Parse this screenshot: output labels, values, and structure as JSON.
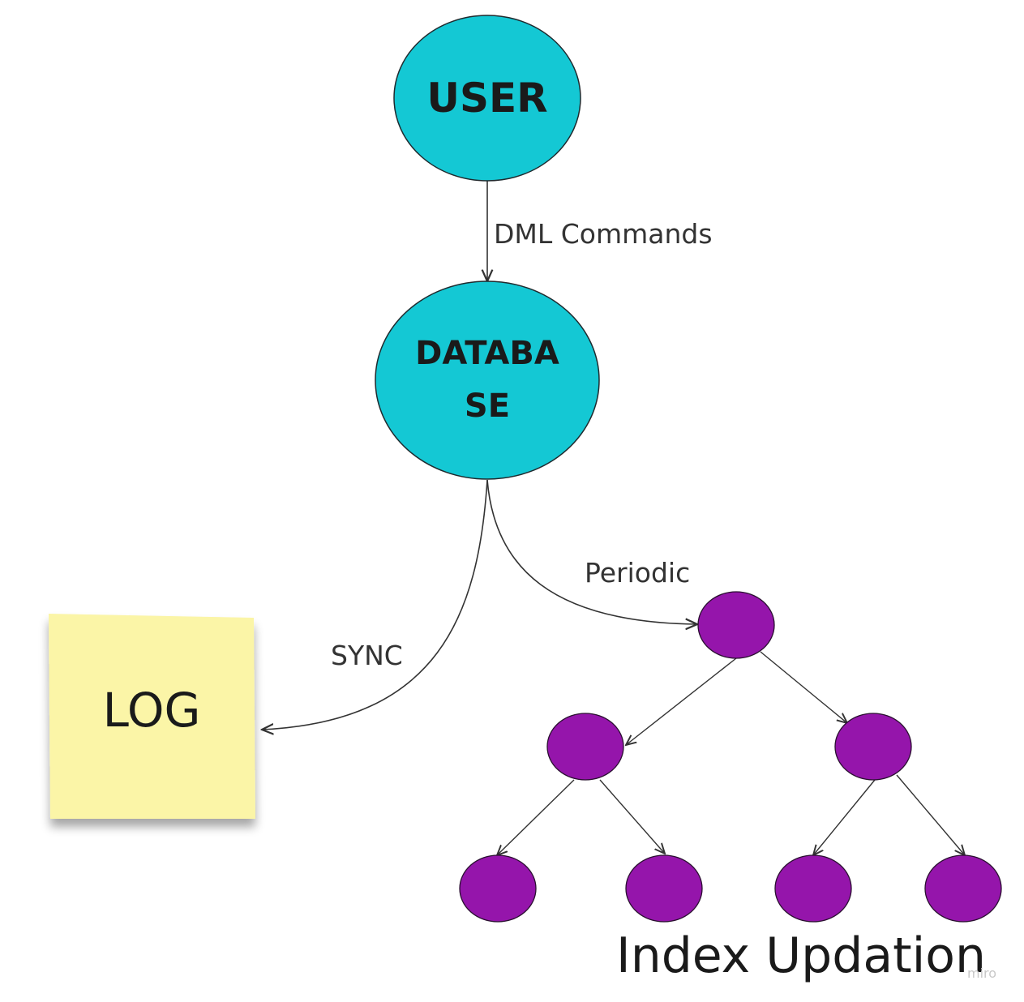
{
  "nodes": {
    "user": {
      "label": "USER"
    },
    "database": {
      "label_line1": "DATABA",
      "label_line2": "SE"
    },
    "log": {
      "label": "LOG"
    }
  },
  "edges": {
    "user_to_database": {
      "label": "DML Commands"
    },
    "database_to_log": {
      "label": "SYNC"
    },
    "database_to_index": {
      "label": "Periodic"
    }
  },
  "index_tree": {
    "caption": "Index Updation"
  },
  "watermark": "miro",
  "colors": {
    "primary_node": "#14c8d4",
    "tree_node": "#9515ab",
    "sticky_note": "#fbf5a7",
    "edge": "#333333"
  }
}
